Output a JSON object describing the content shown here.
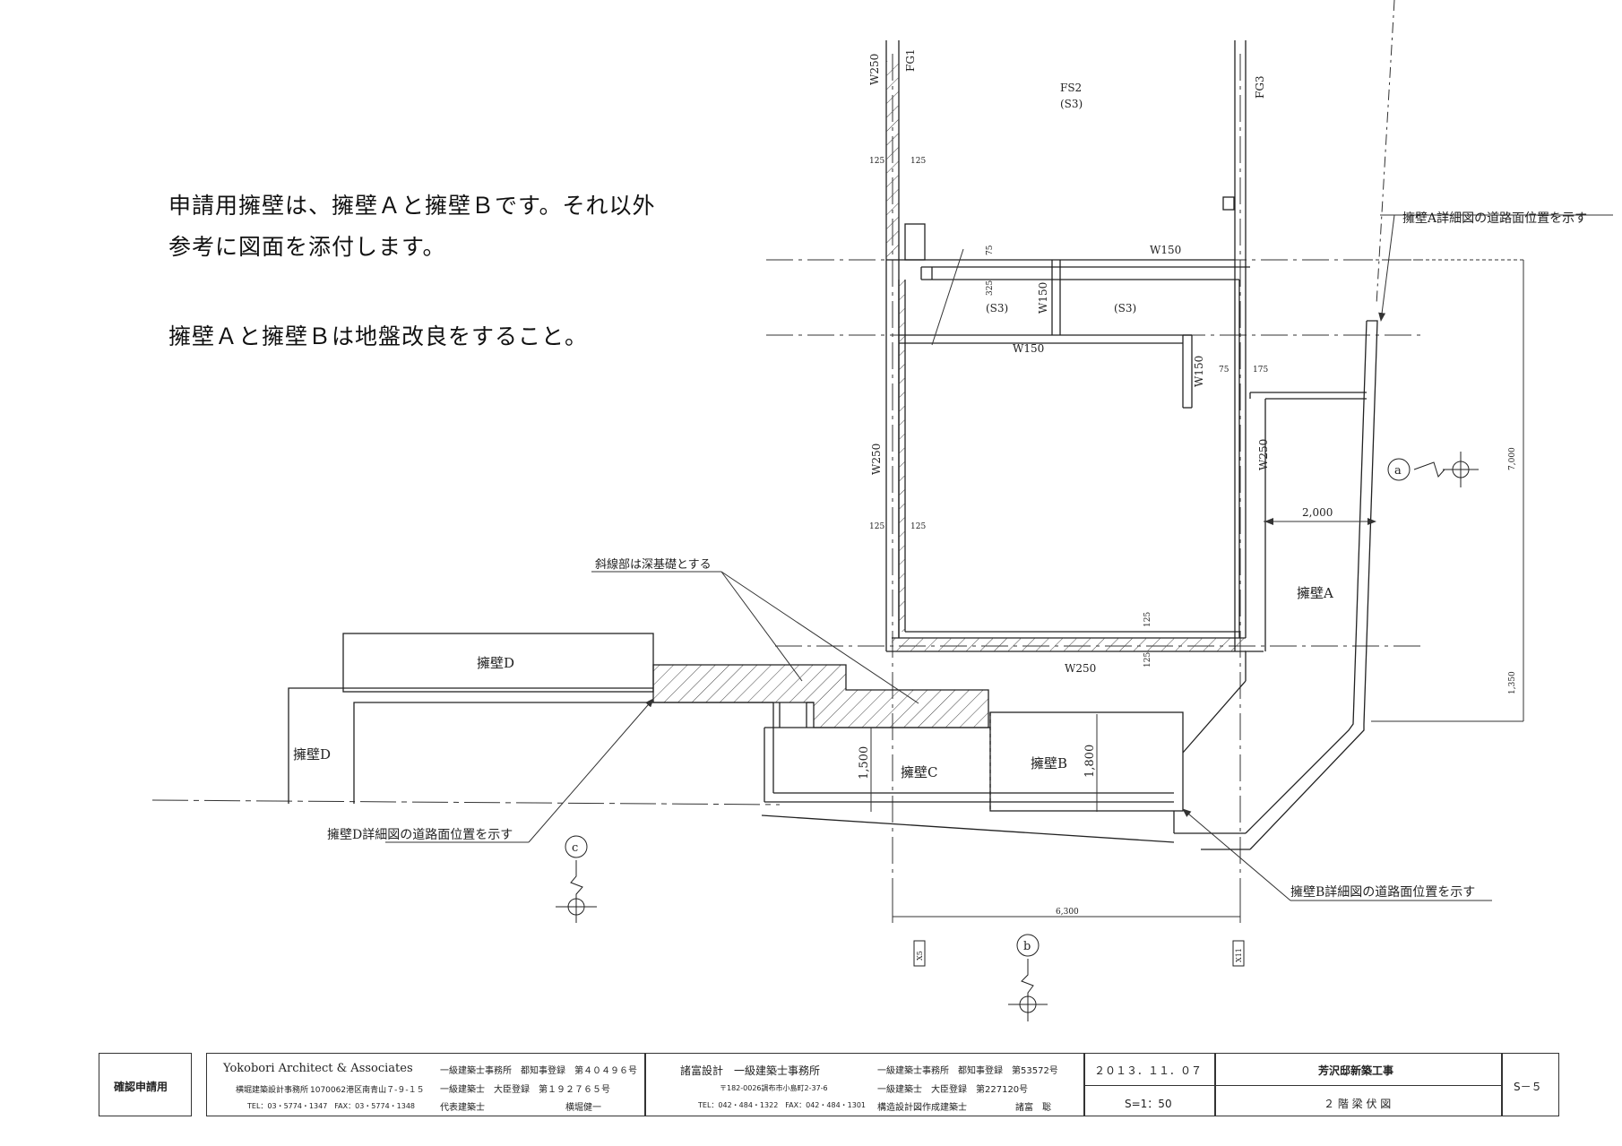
{
  "notes": {
    "line1": "申請用擁壁は、擁壁Ａと擁壁Ｂです。それ以外",
    "line2": "参考に図面を添付します。",
    "line3": "擁壁Ａと擁壁Ｂは地盤改良をすること。"
  },
  "labels": {
    "w250_top": "W250",
    "fg1": "FG1",
    "fs2": "FS2",
    "fs2_sub": "(S3)",
    "fg3": "FG3",
    "d125a": "125",
    "d125b": "125",
    "d125c": "125",
    "d125d": "125",
    "d125e": "125",
    "d125f": "125",
    "d75a": "75",
    "d325": "325",
    "d75b": "75",
    "d175": "175",
    "w150_top": "W150",
    "w150_mid": "W150",
    "w150_vert": "W150",
    "w150_right": "W150",
    "s3_left": "(S3)",
    "s3_right": "(S3)",
    "w250_left": "W250",
    "w250_right": "W250",
    "w250_bottom": "W250",
    "dim_7000": "7,000",
    "dim_2000": "2,000",
    "dim_1350": "1,350",
    "dim_1500": "1,500",
    "dim_1800": "1,800",
    "dim_6300": "6,300",
    "wall_a": "擁壁A",
    "wall_b": "擁壁B",
    "wall_c": "擁壁C",
    "wall_d1": "擁壁D",
    "wall_d2": "擁壁D",
    "callout_hatch": "斜線部は深基礎とする",
    "callout_a": "擁壁A詳細図の道路面位置を示す",
    "callout_b": "擁壁B詳細図の道路面位置を示す",
    "callout_d": "擁壁D詳細図の道路面位置を示す",
    "sec_a": "a",
    "sec_b": "b",
    "sec_c": "c",
    "grid_x5": "X5",
    "grid_x11": "X11"
  },
  "titleblock": {
    "stamp": "確認申請用",
    "firm_name": "Yokobori Architect & Associates",
    "firm_jp": "横堀建築設計事務所",
    "firm_addr": "1070062港区南青山７-９-１５",
    "firm_tel": "TEL：03・5774・1347　FAX：03・5774・1348",
    "reg1": "一級建築士事務所　都知事登録　第４０４９６号",
    "reg2": "一級建築士　大臣登録　第１９２７６５号",
    "reg3_label": "代表建築士",
    "reg3_name": "横堀健一",
    "struct_firm": "諸富設計　一級建築士事務所",
    "struct_addr": "〒182-0026調布市小島町2-37-6",
    "struct_tel": "TEL：042・484・1322　FAX：042・484・1301",
    "sreg1": "一級建築士事務所　都知事登録　第53572号",
    "sreg2": "一級建築士　大臣登録　第227120号",
    "sreg3_label": "構造設計図作成建築士",
    "sreg3_name": "諸富　聡",
    "date": "２０１３．１１．０７",
    "scale": "S=1：50",
    "project": "芳沢邸新築工事",
    "drawing_title": "２ 階 梁 伏 図",
    "sheet_no": "S－５"
  }
}
